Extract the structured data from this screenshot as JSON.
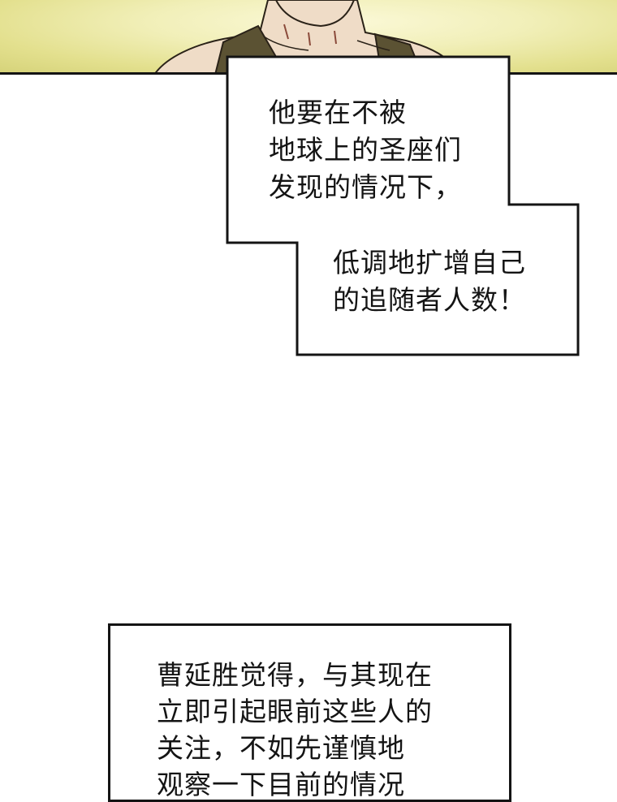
{
  "panel_top": {
    "description_icon": "character-torso-art"
  },
  "caption_1": {
    "lines": [
      "他要在不被",
      "地球上的圣座们",
      "发现的情况下，"
    ]
  },
  "caption_2": {
    "lines": [
      "低调地扩增自己",
      "的追随者人数！"
    ]
  },
  "caption_3": {
    "lines": [
      "曹延胜觉得，与其现在",
      "立即引起眼前这些人的",
      "关注，不如先谨慎地",
      "观察一下目前的情况"
    ]
  }
}
